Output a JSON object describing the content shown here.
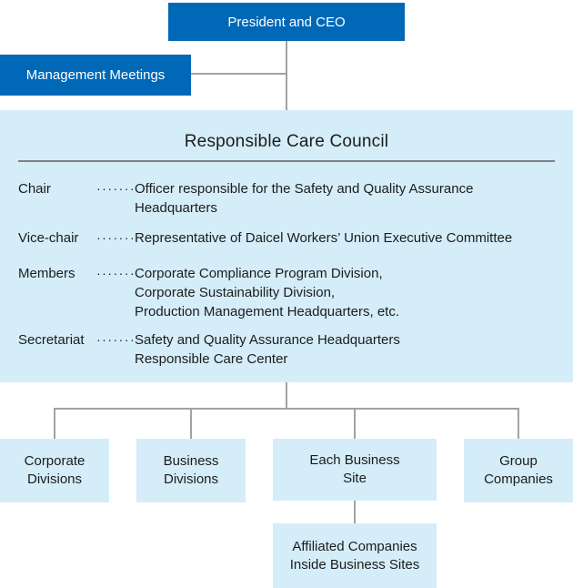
{
  "colors": {
    "primary_blue": "#0068b7",
    "panel_blue": "#d4edf9",
    "connector_gray": "#a1a2a2",
    "divider_gray": "#7d8284",
    "text_dark": "#1c1c1c"
  },
  "org_chart": {
    "president_label": "President and CEO",
    "management_label": "Management Meetings",
    "council": {
      "title": "Responsible Care Council",
      "rows": [
        {
          "label": "Chair",
          "dots": "·······",
          "description_lines": [
            "Officer responsible for the Safety and Quality Assurance",
            "Headquarters"
          ]
        },
        {
          "label": "Vice-chair",
          "dots": "·······",
          "description_lines": [
            "Representative of Daicel Workers’ Union Executive Committee"
          ]
        },
        {
          "label": "Members",
          "dots": "·······",
          "description_lines": [
            "Corporate Compliance Program Division,",
            "Corporate Sustainability Division,",
            "Production Management Headquarters, etc."
          ]
        },
        {
          "label": "Secretariat",
          "dots": "·······",
          "description_lines": [
            "Safety and Quality Assurance Headquarters",
            "Responsible Care Center"
          ]
        }
      ]
    },
    "units": [
      {
        "lines": [
          "Corporate",
          "Divisions"
        ]
      },
      {
        "lines": [
          "Business",
          "Divisions"
        ]
      },
      {
        "lines": [
          "Each Business",
          "Site"
        ]
      },
      {
        "lines": [
          "Group",
          "Companies"
        ]
      }
    ],
    "affiliated": {
      "lines": [
        "Affiliated Companies",
        "Inside Business Sites"
      ]
    }
  }
}
